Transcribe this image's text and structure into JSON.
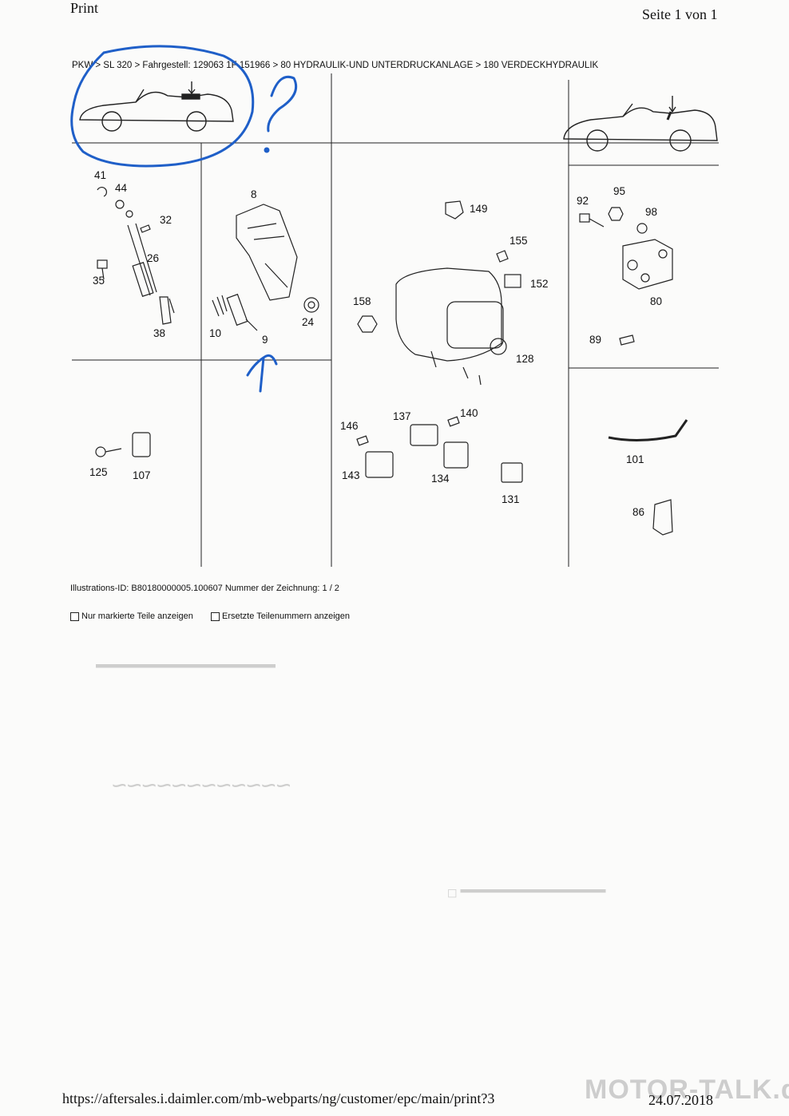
{
  "header": {
    "left": "Print",
    "right": "Seite 1 von 1"
  },
  "breadcrumb": "PKW > SL 320 > Fahrgestell: 129063 1F 151966 > 80 HYDRAULIK-UND UNTERDRUCKANLAGE > 180 VERDECKHYDRAULIK",
  "part_numbers": [
    "41",
    "44",
    "32",
    "26",
    "35",
    "38",
    "8",
    "10",
    "9",
    "24",
    "149",
    "155",
    "152",
    "158",
    "128",
    "92",
    "95",
    "98",
    "80",
    "89",
    "146",
    "137",
    "140",
    "143",
    "134",
    "131",
    "125",
    "107",
    "101",
    "86"
  ],
  "illustration_info": "Illustrations-ID: B80180000005.100607 Nummer der Zeichnung: 1 / 2",
  "options": {
    "only_marked": "Nur markierte Teile anzeigen",
    "replaced": "Ersetzte Teilenummern anzeigen"
  },
  "footer": {
    "url": "https://aftersales.i.daimler.com/mb-webparts/ng/customer/epc/main/print?3",
    "date": "24.07.2018"
  },
  "watermark": "MOTOR-TALK.de",
  "colors": {
    "annotation_blue": "#1f5fc8",
    "ink": "#111111"
  }
}
